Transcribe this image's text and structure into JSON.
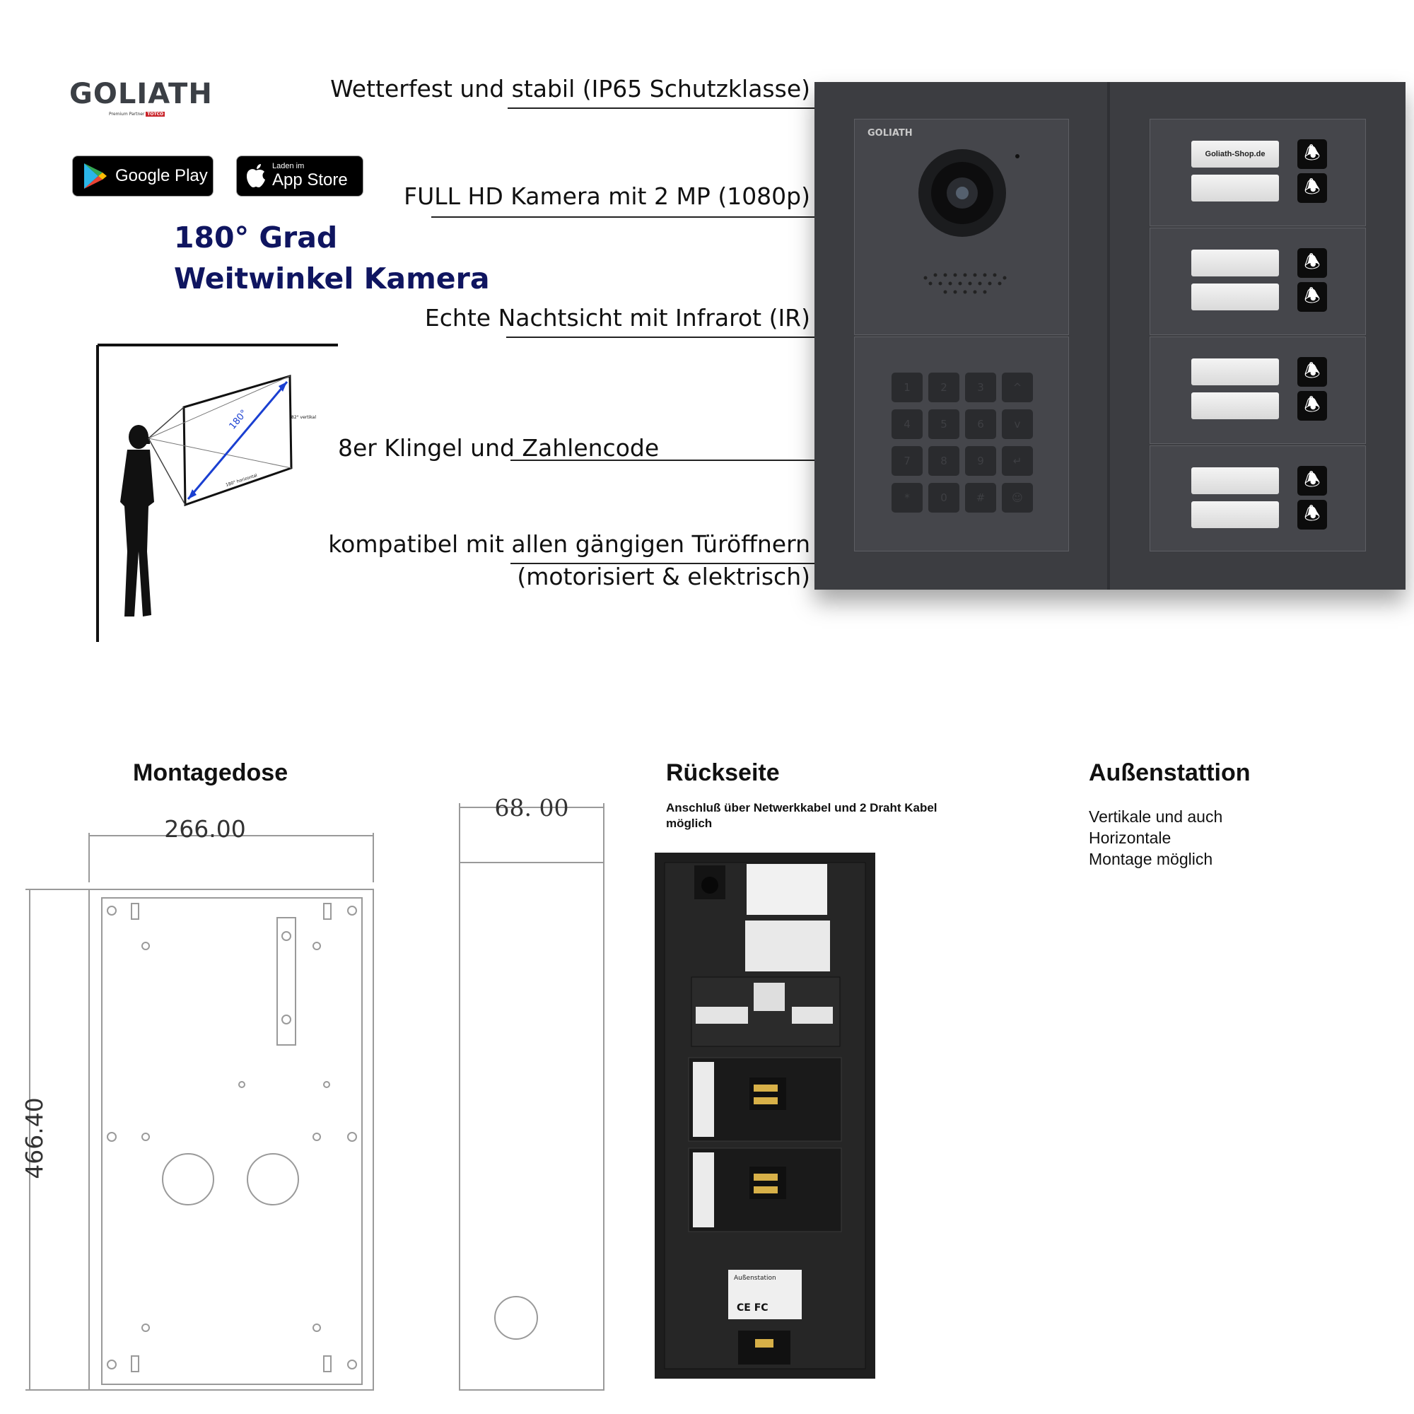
{
  "brand": {
    "logo_text": "GOLIATH",
    "partner_tag": "Premium Partner",
    "partner_brand": "TOTCO"
  },
  "badges": {
    "google": "Google Play",
    "apple_small": "Laden im",
    "apple_big": "App Store"
  },
  "headline": {
    "line1": "180° Grad",
    "line2": "Weitwinkel Kamera"
  },
  "diagram_labels": {
    "angle": "180°",
    "vertical": "82° vertikal",
    "horizontal": "180° horizontal"
  },
  "features": [
    "Wetterfest und stabil (IP65 Schutzklasse)",
    "FULL HD Kamera mit 2 MP (1080p)",
    "Echte Nachtsicht mit Infrarot (IR)",
    "8er Klingel und Zahlencode",
    "kompatibel mit allen gängigen Türöffnern",
    "(motorisiert & elektrisch)"
  ],
  "device": {
    "camera_brand": "GOLIATH",
    "nameplate_text": "Goliath-Shop.de",
    "keypad": [
      "1",
      "2",
      "3",
      "^",
      "4",
      "5",
      "6",
      "v",
      "7",
      "8",
      "9",
      "↵",
      "*",
      "0",
      "#",
      "☺"
    ],
    "bell_count": 8
  },
  "sections": {
    "montagedose": {
      "title": "Montagedose",
      "width": "266.00",
      "height": "466.40",
      "depth": "68. 00"
    },
    "rueckseite": {
      "title": "Rückseite",
      "note": "Anschluß über Netwerkkabel und 2 Draht Kabel möglich",
      "label_title": "Außenstation",
      "ce": "CE FC"
    },
    "aussenstation": {
      "title": "Außenstattion",
      "note_line1": "Vertikale und auch",
      "note_line2": "Horizontale",
      "note_line3": "Montage möglich"
    }
  }
}
